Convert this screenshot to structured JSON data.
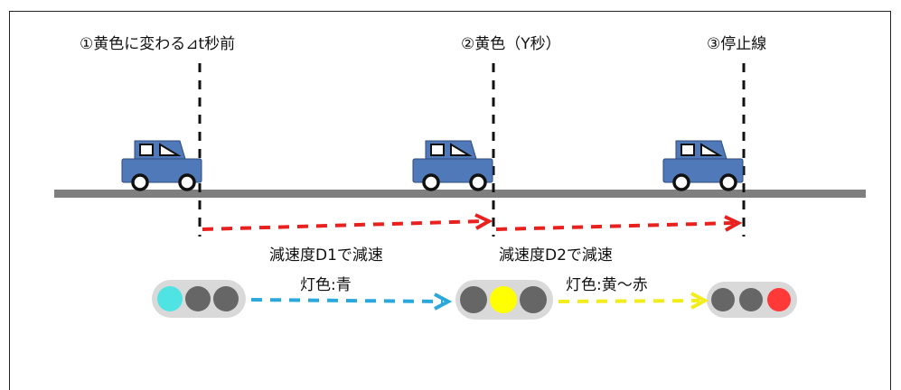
{
  "labels": {
    "point1": "①黄色に変わる⊿t秒前",
    "point2": "②黄色（Y秒）",
    "point3": "③停止線",
    "decel1": "減速度D1で減速",
    "decel2": "減速度D2で減速",
    "light1": "灯色:青",
    "light2": "灯色:黄～赤"
  },
  "colors": {
    "road": "#7f7f7f",
    "car": "#4f79b8",
    "car_outline": "#2c4b7a",
    "red_arrow": "#e8201e",
    "blue_arrow": "#2aa8dc",
    "yellow_arrow": "#f2ec1a",
    "lamp_off": "#666666",
    "lamp_green": "#4fe3e3",
    "lamp_yellow": "#ffff00",
    "lamp_red": "#ff3838",
    "housing": "#d9d9d9"
  },
  "icons": [
    "car-icon",
    "traffic-light-icon"
  ]
}
